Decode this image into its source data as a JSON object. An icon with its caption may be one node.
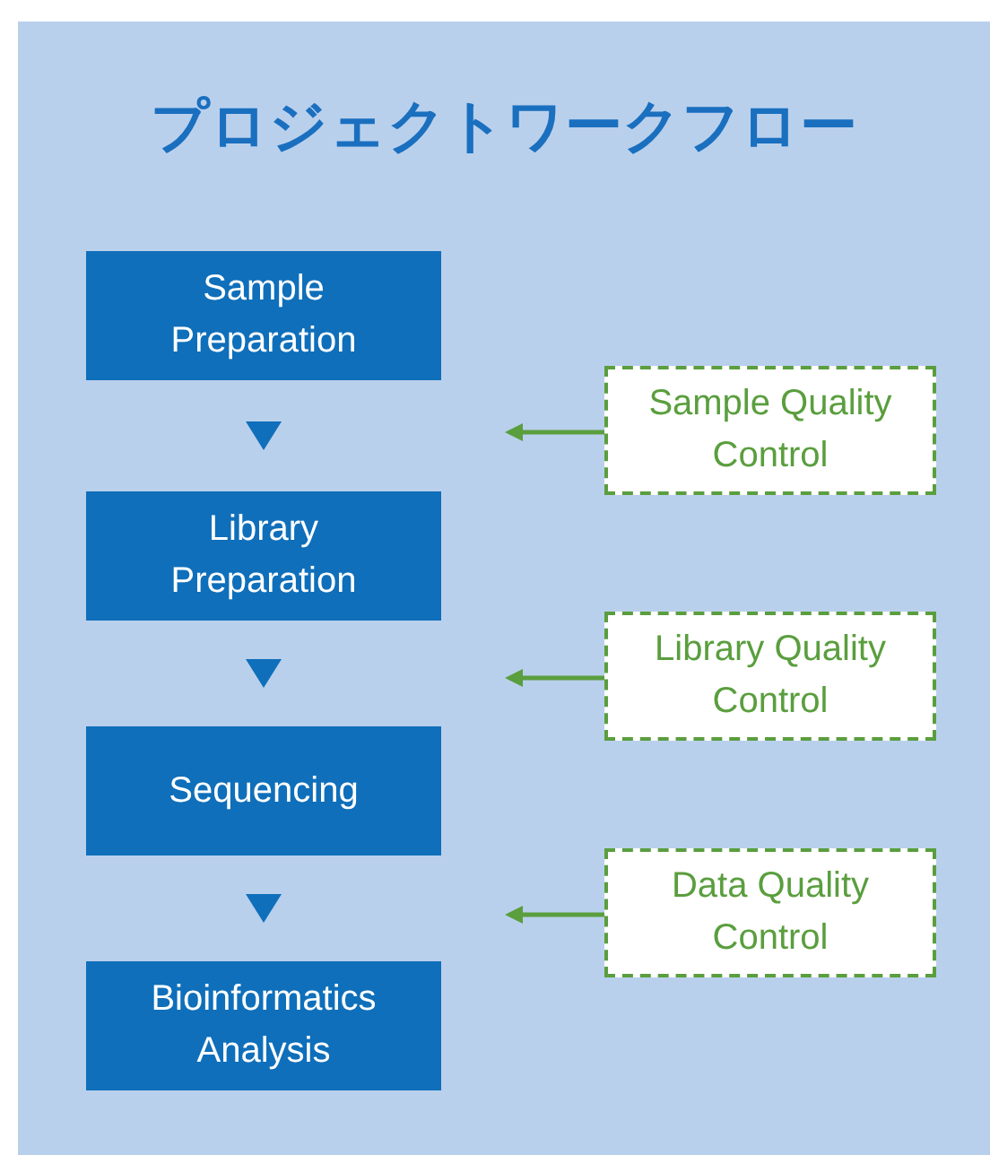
{
  "diagram": {
    "title": "プロジェクトワークフロー",
    "nodes": [
      {
        "text": [
          "Sample Preparation"
        ]
      },
      {
        "text": [
          "Library Preparation"
        ]
      },
      {
        "text": [
          "Sequencing"
        ]
      },
      {
        "text": [
          "Bioinformatics Analysis"
        ]
      },
      {
        "text": [
          "Sample Quality Control"
        ]
      },
      {
        "text": [
          "Library Quality Control"
        ]
      },
      {
        "text": [
          "Data Quality Control"
        ]
      }
    ],
    "edges": [
      {
        "from": 0,
        "to": 1,
        "arrow": "to"
      },
      {
        "from": 1,
        "to": 2,
        "arrow": "to"
      },
      {
        "from": 2,
        "to": 3,
        "arrow": "to"
      },
      {
        "from": 4,
        "to": null,
        "arrow": "to",
        "color": "#5a9e3e"
      },
      {
        "from": 5,
        "to": null,
        "arrow": "to",
        "color": "#5a9e3e"
      },
      {
        "from": 6,
        "to": null,
        "arrow": "to",
        "color": "#5a9e3e"
      }
    ]
  }
}
